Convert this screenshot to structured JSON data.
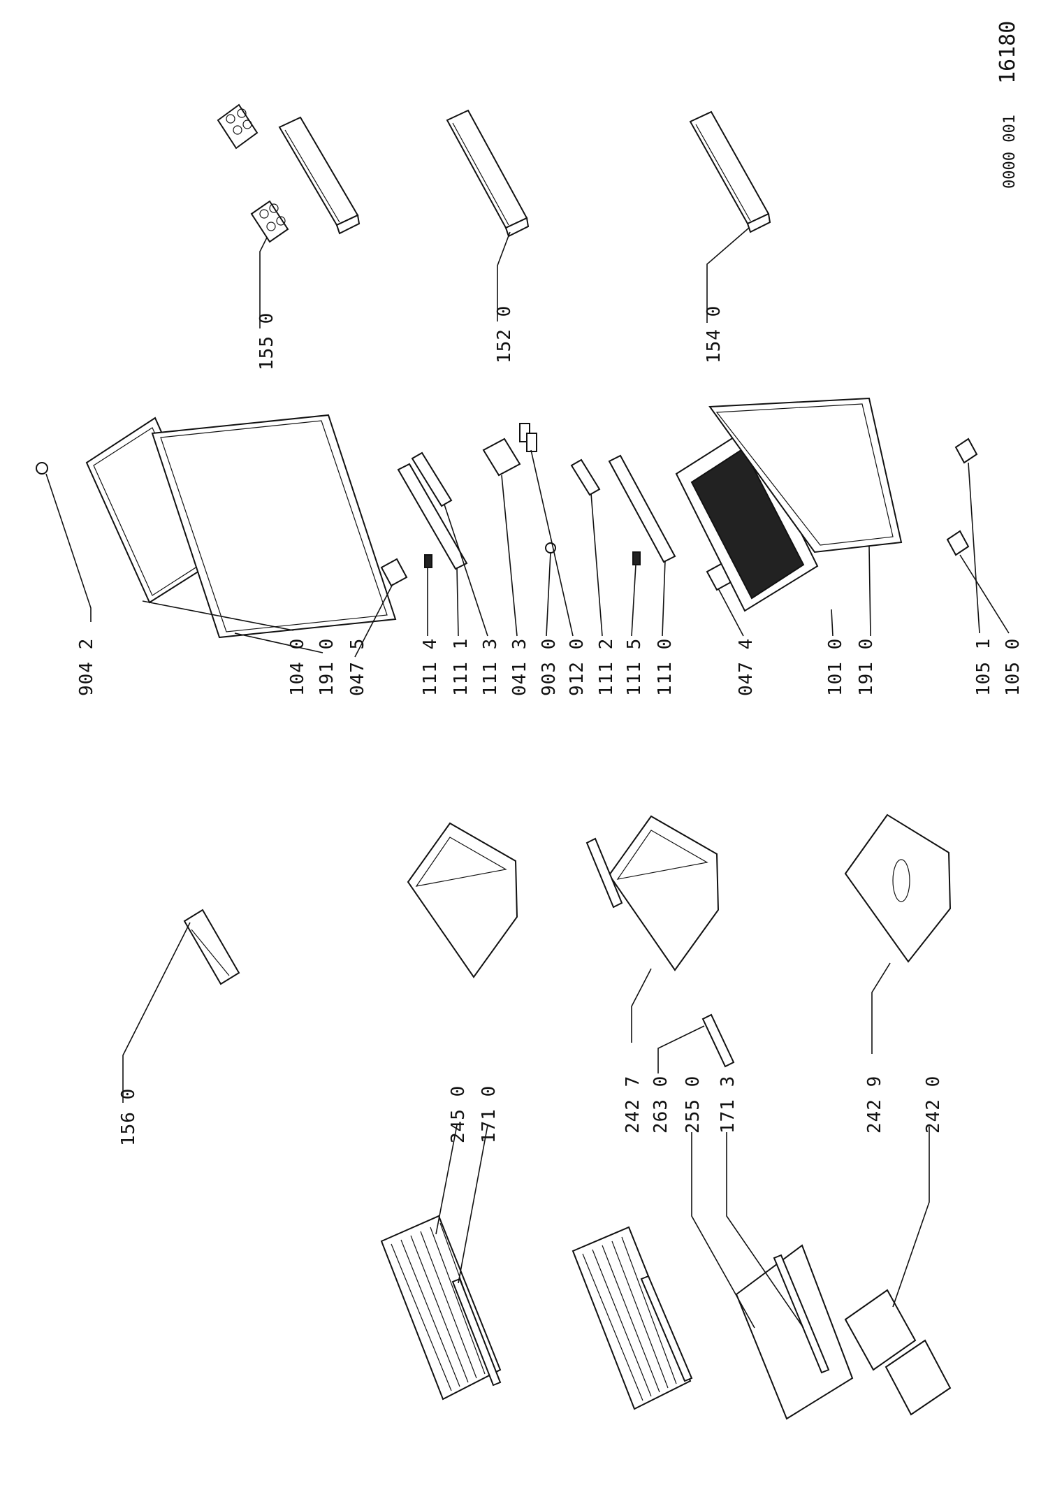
{
  "document": {
    "code_prefix": "0000 001",
    "code_number": "16180"
  },
  "callouts": {
    "c156_0": "156 0",
    "c245_0": "245 0",
    "c171_0": "171 0",
    "c242_7": "242 7",
    "c263_0": "263 0",
    "c255_0": "255 0",
    "c171_3": "171 3",
    "c242_9": "242 9",
    "c242_0": "242 0",
    "c904_2": "904 2",
    "c104_0": "104 0",
    "c191_0a": "191 0",
    "c047_5": "047 5",
    "c111_4": "111 4",
    "c111_1": "111 1",
    "c111_3": "111 3",
    "c041_3": "041 3",
    "c903_0": "903 0",
    "c912_0": "912 0",
    "c111_2": "111 2",
    "c111_5": "111 5",
    "c111_0": "111 0",
    "c047_4": "047 4",
    "c101_0": "101 0",
    "c191_0b": "191 0",
    "c105_1": "105 1",
    "c105_0": "105 0",
    "c155_0": "155 0",
    "c152_0": "152 0",
    "c154_0": "154 0"
  }
}
